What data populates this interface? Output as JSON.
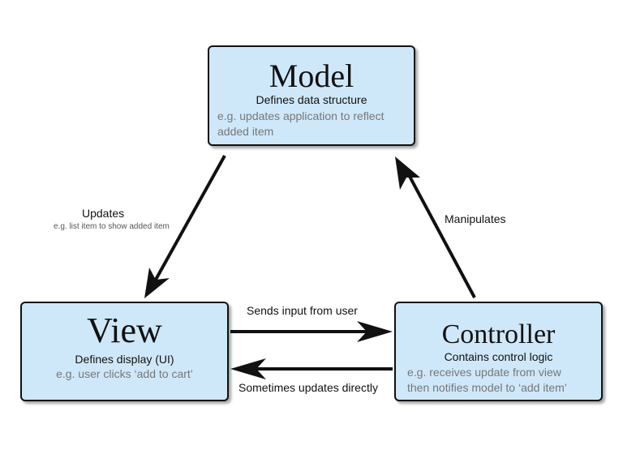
{
  "model": {
    "title": "Model",
    "subtitle": "Defines data structure",
    "example_line1": "e.g. updates application to reflect",
    "example_line2": "added item"
  },
  "view": {
    "title": "View",
    "subtitle": "Defines display (UI)",
    "example": "e.g. user clicks ‘add to cart’"
  },
  "controller": {
    "title": "Controller",
    "subtitle": "Contains control logic",
    "example_line1": "e.g. receives update from view",
    "example_line2": "then notifies model to ‘add item’"
  },
  "edges": {
    "model_to_view": {
      "label": "Updates",
      "note": "e.g. list item to show added item"
    },
    "controller_to_model": {
      "label": "Manipulates"
    },
    "view_to_controller": {
      "label": "Sends input from user"
    },
    "controller_to_view": {
      "label": "Sometimes updates directly"
    }
  },
  "colors": {
    "box_fill": "#cfe8f9",
    "box_border": "#111111",
    "example_text": "#777777",
    "arrow": "#111111"
  }
}
